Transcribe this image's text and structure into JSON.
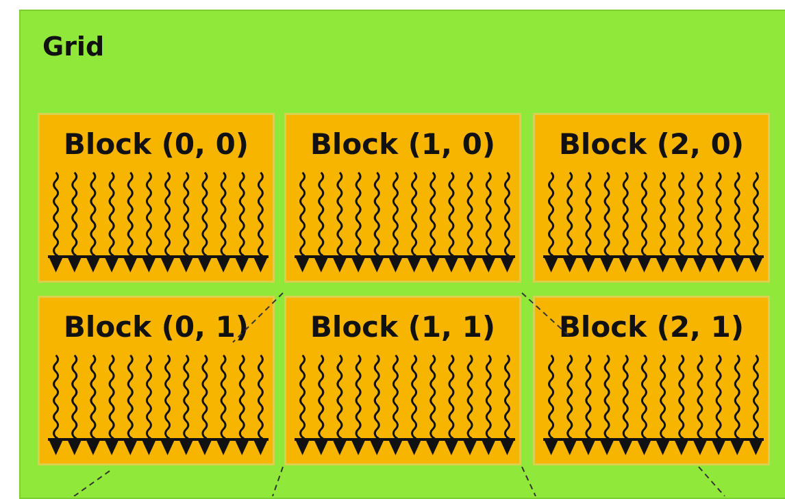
{
  "grid": {
    "title": "Grid",
    "background_color": "#8fe83a",
    "block_color": "#f7b500",
    "blocks": [
      {
        "label": "Block (0, 0)"
      },
      {
        "label": "Block (1, 0)"
      },
      {
        "label": "Block (2, 0)"
      },
      {
        "label": "Block (0, 1)"
      },
      {
        "label": "Block (1, 1)"
      },
      {
        "label": "Block (2, 1)"
      }
    ],
    "threads_per_block": 12,
    "icons": [
      "thread-icon",
      "zoom-callout-line"
    ]
  }
}
